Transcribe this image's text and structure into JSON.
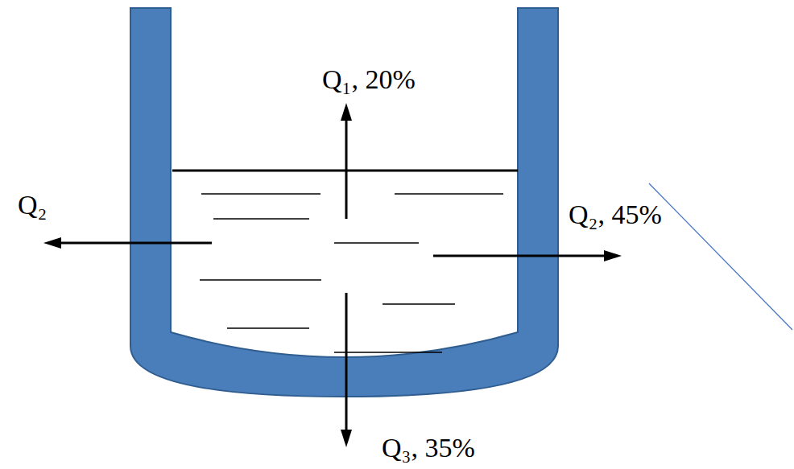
{
  "diagram": {
    "labels": [
      "Q₁, 20%",
      "Q₂",
      "Q₂, 45%",
      "Q₃, 35%"
    ]
  }
}
